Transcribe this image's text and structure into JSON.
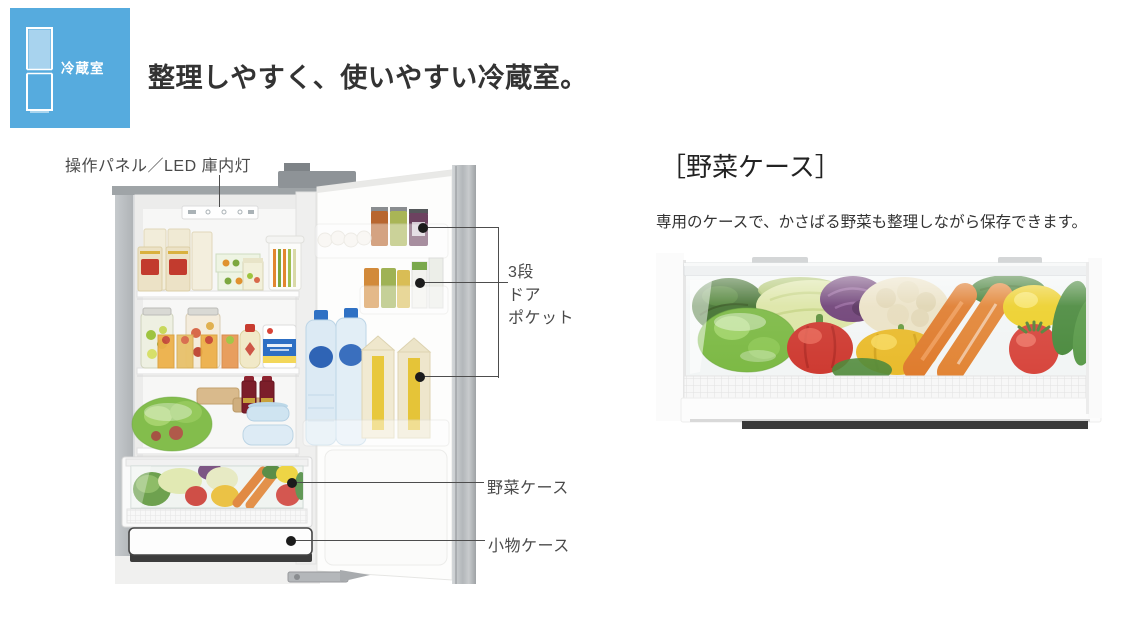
{
  "badge": {
    "label": "冷蔵室",
    "icon": "two-door-refrigerator-icon",
    "bg_color": "#56abde",
    "compartment_highlight_color": "#a8d3ee"
  },
  "heading": "整理しやすく、使いやすい冷蔵室。",
  "fridge_figure": {
    "labels": {
      "panel": "操作パネル／LED 庫内灯",
      "door_pocket": [
        "3段",
        "ドア",
        "ポケット"
      ],
      "veg_case": "野菜ケース",
      "small_case": "小物ケース"
    }
  },
  "veg_section": {
    "title": "［野菜ケース］",
    "description": "専用のケースで、かさばる野菜も整理しながら保存できます。"
  },
  "colors": {
    "heading_text": "#333333",
    "label_text": "#4a4a4a",
    "pointer_line": "#4d4d4d"
  }
}
